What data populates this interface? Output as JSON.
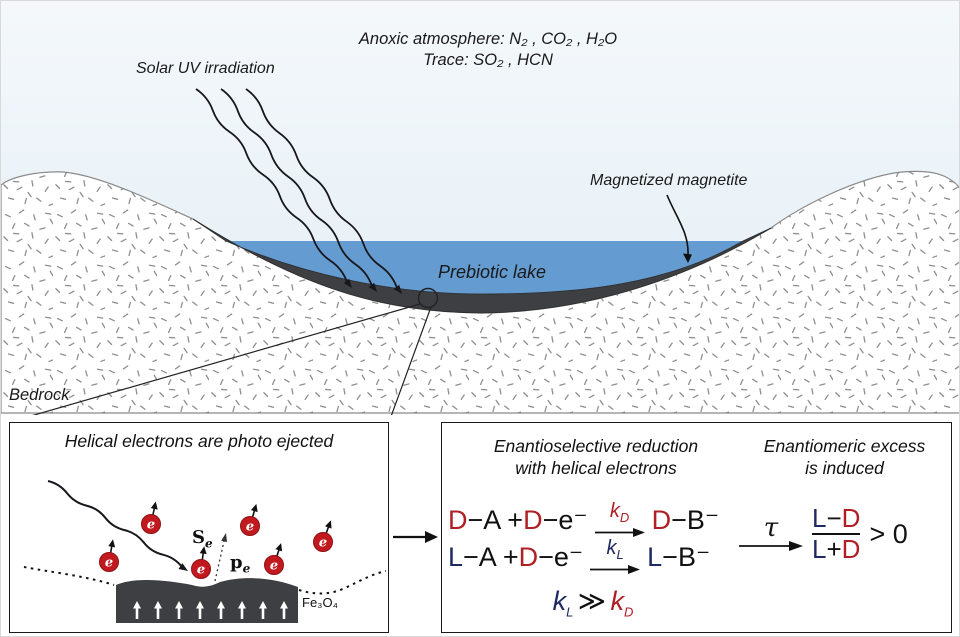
{
  "colors": {
    "sky": "#eef5f9",
    "lake": "#649bd0",
    "magnetite": "#3e3f42",
    "electron_red": "#c2191f",
    "d_red": "#b01f24",
    "l_navy": "#1f2a63"
  },
  "scene": {
    "atmosphere_line1": "Anoxic atmosphere: N₂ , CO₂ , H₂O",
    "atmosphere_line2": "Trace: SO₂ , HCN",
    "solar_uv_label": "Solar UV irradiation",
    "magnetite_label": "Magnetized magnetite",
    "lake_label": "Prebiotic lake",
    "bedrock_label": "Bedrock"
  },
  "left_box": {
    "title": "Helical electrons are photo ejected",
    "electron_symbol": "e",
    "spin_label_base": "S",
    "spin_label_sub": "e",
    "momentum_label_base": "p",
    "momentum_label_sub": "e",
    "surface_label": "Fe₃O₄"
  },
  "right_box": {
    "title_reduction_line1": "Enantioselective reduction",
    "title_reduction_line2": "with helical electrons",
    "title_excess_line1": "Enantiomeric excess",
    "title_excess_line2": "is induced",
    "eq1": {
      "c1": "D",
      "b1": "−A + ",
      "c2": "D",
      "b2": "−e⁻",
      "k": "k",
      "ks": "D",
      "c3": "D",
      "b3": "−B⁻"
    },
    "eq2": {
      "c1": "L",
      "b1": "−A + ",
      "c2": "D",
      "b2": "−e⁻",
      "k": "k",
      "ks": "L",
      "c3": "L",
      "b3": "−B⁻"
    },
    "rate_relation": {
      "k1": "k",
      "k1s": "L",
      "gg": "≫",
      "k2": "k",
      "k2s": "D"
    },
    "tau": "τ",
    "fraction": {
      "num_l": "L",
      "num_op": "−",
      "num_d": "D",
      "den_l": "L",
      "den_op": "+",
      "den_d": "D"
    },
    "inequality": "> 0"
  }
}
